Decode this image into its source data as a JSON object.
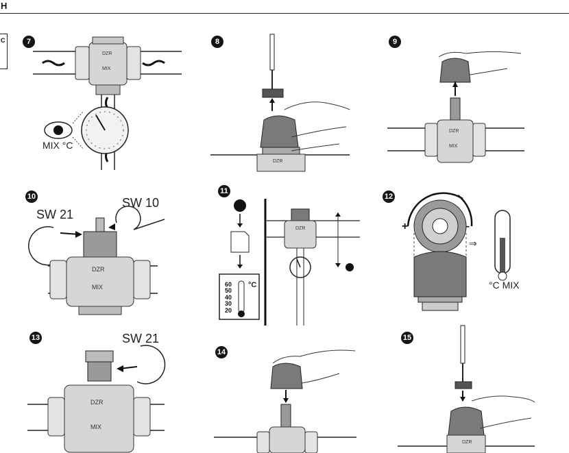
{
  "header": {
    "section_letter": "H",
    "tab_letter": "C"
  },
  "steps": [
    {
      "number": "7"
    },
    {
      "number": "8"
    },
    {
      "number": "9"
    },
    {
      "number": "10"
    },
    {
      "number": "11"
    },
    {
      "number": "12"
    },
    {
      "number": "13"
    },
    {
      "number": "14"
    },
    {
      "number": "15"
    }
  ],
  "valve": {
    "brand": "DZR",
    "mix": "MIX"
  },
  "labels": {
    "mix_temp": "MIX °C",
    "sw21": "SW 21",
    "sw10": "SW 10",
    "celsius": "°C",
    "c_mix": "°C MIX"
  },
  "thermo_scale": [
    "60",
    "50",
    "40",
    "30",
    "20"
  ],
  "colors": {
    "ink": "#151515",
    "valve_body": "#cfcfcf",
    "cap": "#7a7a7a"
  }
}
